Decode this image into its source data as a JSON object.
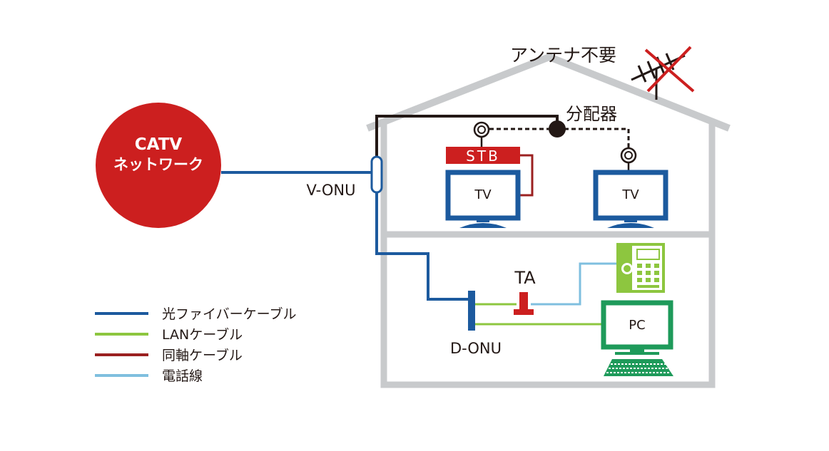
{
  "colors": {
    "fiber": "#1c5a9e",
    "lan": "#8dc63f",
    "coax": "#9b2020",
    "phone": "#7fbfdf",
    "house": "#c8cacc",
    "catv_circle": "#cc1f1f",
    "tv": "#1c5a9e",
    "pc": "#1e9a5a",
    "phone_device": "#8dc63f",
    "ta": "#cc1f1f",
    "cable": "#231815"
  },
  "catv": {
    "line1": "CATV",
    "line2": "ネットワーク"
  },
  "labels": {
    "antenna": "アンテナ不要",
    "splitter": "分配器",
    "v_onu": "V-ONU",
    "d_onu": "D-ONU",
    "ta": "TA",
    "stb": "STB",
    "tv1": "TV",
    "tv2": "TV",
    "pc": "PC"
  },
  "legend": [
    {
      "label": "光ファイバーケーブル",
      "color": "#1c5a9e"
    },
    {
      "label": "LANケーブル",
      "color": "#8dc63f"
    },
    {
      "label": "同軸ケーブル",
      "color": "#9b2020"
    },
    {
      "label": "電話線",
      "color": "#7fbfdf"
    }
  ]
}
